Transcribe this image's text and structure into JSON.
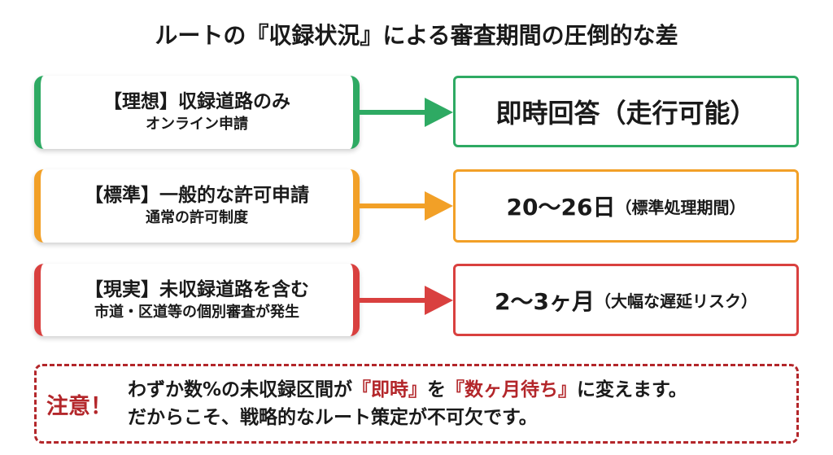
{
  "title": "ルートの『収録状況』による審査期間の圧倒的な差",
  "colors": {
    "ideal": "#2eaa63",
    "standard": "#f2a027",
    "reality": "#d9403f",
    "warning": "#b3262a"
  },
  "rows": [
    {
      "heading": "【理想】収録道路のみ",
      "sub": "オンライン申請",
      "result_main": "即時回答（走行可能）",
      "result_note": ""
    },
    {
      "heading": "【標準】一般的な許可申請",
      "sub": "通常の許可制度",
      "result_main": "20〜26日",
      "result_note": "（標準処理期間）"
    },
    {
      "heading": "【現実】未収録道路を含む",
      "sub": "市道・区道等の個別審査が発生",
      "result_main": "2〜3ヶ月",
      "result_note": "（大幅な遅延リスク）"
    }
  ],
  "note": {
    "label": "注意！",
    "line1_a": "わずか数%の未収録区間が",
    "line1_hl1": "『即時』",
    "line1_b": "を",
    "line1_hl2": "『数ヶ月待ち』",
    "line1_c": "に変えます。",
    "line2": "だからこそ、戦略的なルート策定が不可欠です。"
  }
}
